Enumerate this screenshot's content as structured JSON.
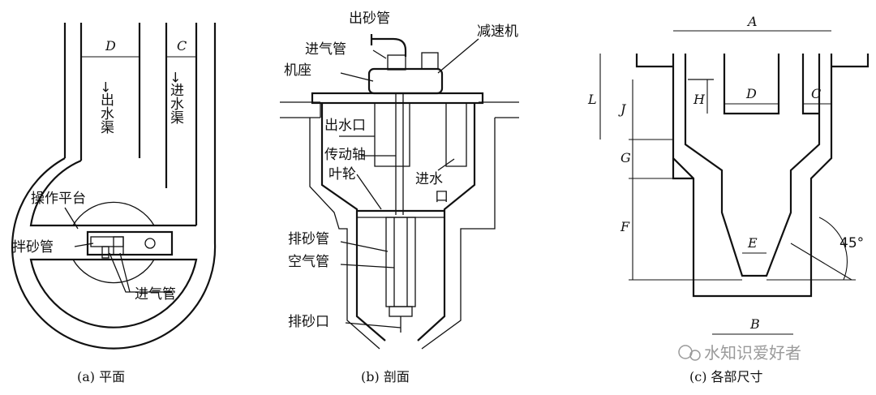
{
  "panel_a": {
    "label_D": "D",
    "label_C": "C",
    "outlet_channel": "→出水渠",
    "inlet_channel": "→进水渠",
    "operating_platform": "操作平台",
    "stirring_pipe": "拌砂管",
    "air_inlet_pipe": "进气管",
    "caption": "(a) 平面"
  },
  "panel_b": {
    "sand_outlet_pipe": "出砂管",
    "air_inlet_pipe": "进气管",
    "reducer": "减速机",
    "base": "机座",
    "water_outlet": "出水口",
    "drive_shaft": "传动轴",
    "impeller": "叶轮",
    "water_inlet_1": "进水",
    "water_inlet_2": "口",
    "sand_discharge_pipe": "排砂管",
    "air_pipe": "空气管",
    "sand_discharge_port": "排砂口",
    "caption": "(b) 剖面"
  },
  "panel_c": {
    "A": "A",
    "B": "B",
    "C": "C",
    "D": "D",
    "E": "E",
    "F": "F",
    "G": "G",
    "H": "H",
    "J": "J",
    "L": "L",
    "angle": "45°",
    "caption": "(c) 各部尺寸"
  },
  "watermark": "水知识爱好者"
}
